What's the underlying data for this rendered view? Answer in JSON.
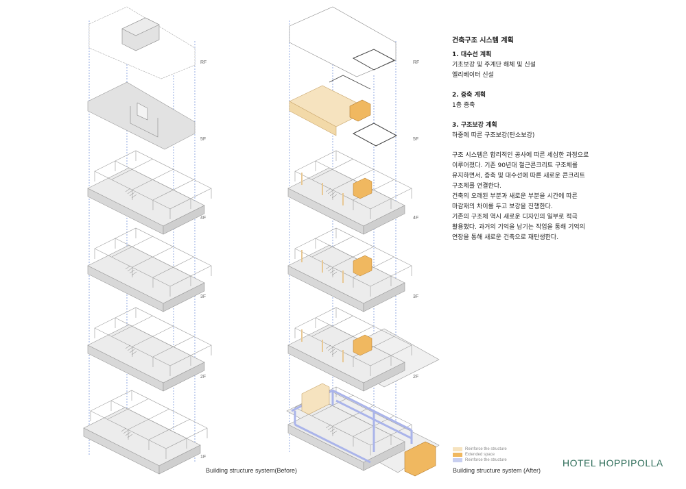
{
  "colors": {
    "slab": "#e8e8e8",
    "structure_line": "#9a9a9a",
    "guide_line": "#4a6fd0",
    "reinforce": "#f6e3bf",
    "extended": "#f0b860",
    "reinforce_blue": "#c8cff0",
    "brand": "#2f6e5a"
  },
  "floor_labels": {
    "rf": "RF",
    "f5": "5F",
    "f4": "4F",
    "f3": "3F",
    "f2": "2F",
    "f1": "1F"
  },
  "captions": {
    "before": "Building structure system(Before)",
    "after": "Building structure system (After)"
  },
  "text_panel": {
    "title": "건축구조 시스템 계획",
    "sections": [
      {
        "heading": "1. 대수선 계획",
        "lines": [
          "기초보강 및 주계단 해체 및 신설",
          "엘리베이터 신설"
        ]
      },
      {
        "heading": "2. 증축 계획",
        "lines": [
          "1층 증축"
        ]
      },
      {
        "heading": "3. 구조보강 계획",
        "lines": [
          "하중에 따른 구조보강(탄소보강)"
        ]
      }
    ],
    "paragraph": [
      "구조 시스템은 합리적인 공사에 따른 세심한 과정으로",
      "이루어졌다. 기존 90년대 철근콘크리트 구조체를",
      "유지하면서, 증축 및 대수선에 따른 새로운 콘크리트",
      "구조체를 연결한다.",
      "건축의 오래된 부분과 새로운 부분을 시간에 따른",
      "마감재의 차이를 두고 보강을 진행한다.",
      "기존의 구조체 역시 새로운 디자인의 일부로 적극",
      "활용했다. 과거의 기억을 남기는 작업을 통해 기억의",
      "연장을 통해 새로운 건축으로 재탄생한다."
    ]
  },
  "legend": [
    {
      "label": "Reinforce the structure",
      "color": "#f6e3bf"
    },
    {
      "label": "Extended space",
      "color": "#f0b860"
    },
    {
      "label": "Reinforce the structure",
      "color": "#c8cff0"
    }
  ],
  "brand": "HOTEL HOPPIPOLLA"
}
